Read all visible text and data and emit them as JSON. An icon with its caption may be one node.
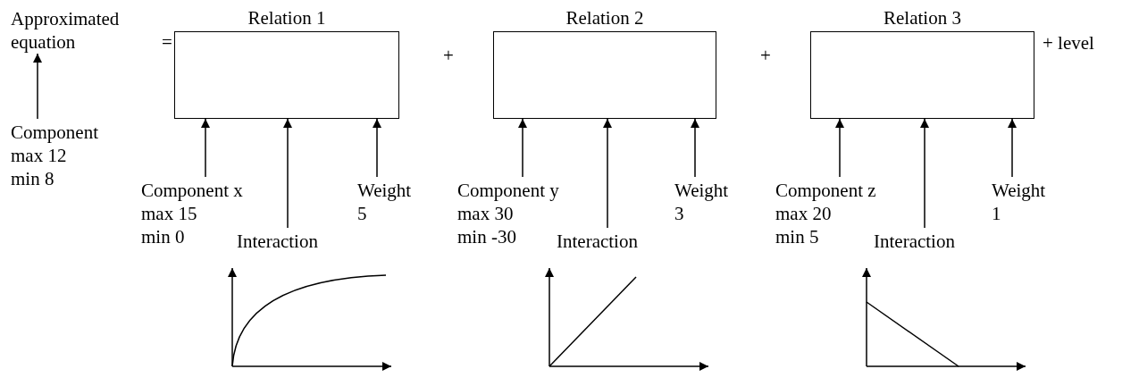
{
  "diagram": {
    "nodes": [
      {
        "text": [
          "Approximated equation"
        ]
      },
      {
        "text": [
          "Component",
          "max 12",
          "min 8"
        ]
      },
      {
        "text": [
          "Relation 1"
        ]
      },
      {
        "text": [
          "Component x",
          "max 15",
          "min 0"
        ]
      },
      {
        "text": [
          "Interaction"
        ]
      },
      {
        "text": [
          "Weight",
          "5"
        ]
      },
      {
        "text": [
          "Relation 2"
        ]
      },
      {
        "text": [
          "Component y",
          "max 30",
          "min -30"
        ]
      },
      {
        "text": [
          "Interaction"
        ]
      },
      {
        "text": [
          "Weight",
          "3"
        ]
      },
      {
        "text": [
          "Relation 3"
        ]
      },
      {
        "text": [
          "Component z",
          "max 20",
          "min 5"
        ]
      },
      {
        "text": [
          "Interaction"
        ]
      },
      {
        "text": [
          "Weight",
          "1"
        ]
      }
    ],
    "edges": [
      {
        "from": 1,
        "to": 0,
        "arrow": "to"
      },
      {
        "from": 3,
        "to": 2,
        "arrow": "to"
      },
      {
        "from": 4,
        "to": 2,
        "arrow": "to"
      },
      {
        "from": 5,
        "to": 2,
        "arrow": "to"
      },
      {
        "from": 7,
        "to": 6,
        "arrow": "to"
      },
      {
        "from": 8,
        "to": 6,
        "arrow": "to"
      },
      {
        "from": 9,
        "to": 6,
        "arrow": "to"
      },
      {
        "from": 11,
        "to": 10,
        "arrow": "to"
      },
      {
        "from": 12,
        "to": 10,
        "arrow": "to"
      },
      {
        "from": 13,
        "to": 10,
        "arrow": "to"
      }
    ],
    "labels": [
      "=",
      "+",
      "+",
      "+ level"
    ]
  }
}
